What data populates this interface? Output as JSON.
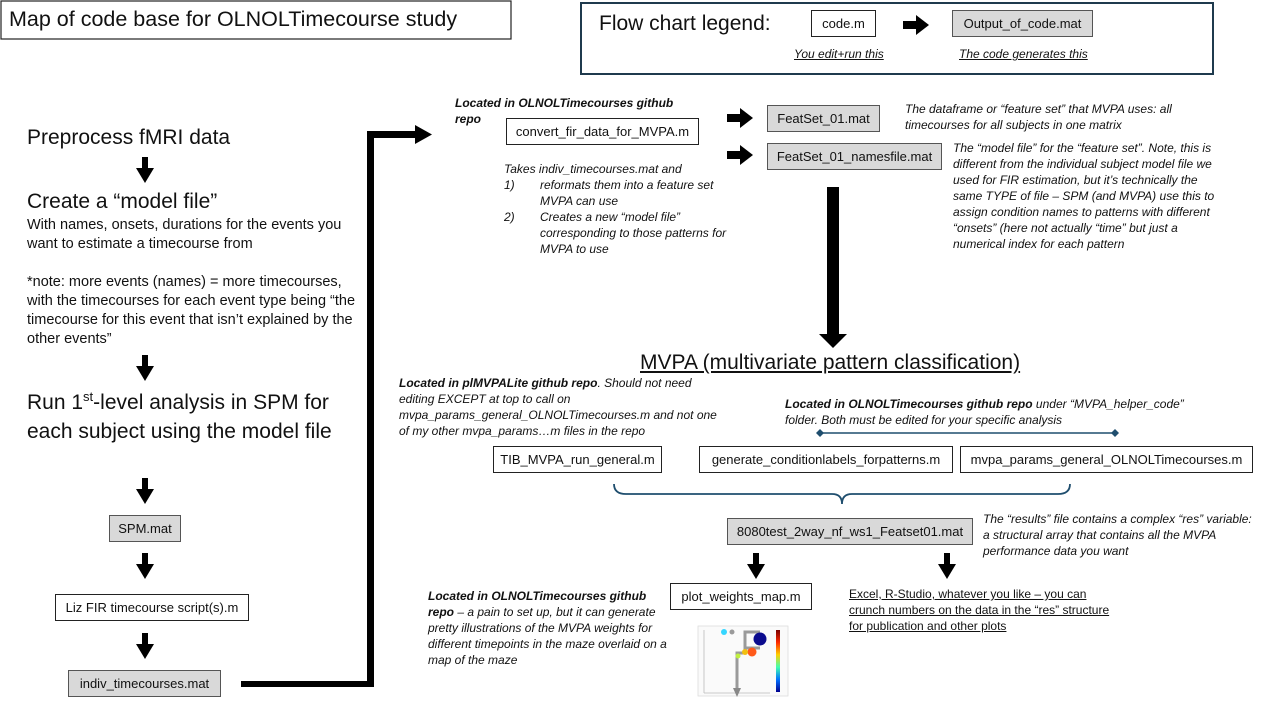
{
  "title": "Map of code base for OLNOLTimecourse study",
  "legend": {
    "heading": "Flow chart legend:",
    "code_box": "code.m",
    "output_box": "Output_of_code.mat",
    "code_caption": "You edit+run this",
    "output_caption": "The code generates this"
  },
  "left_column": {
    "preprocess": "Preprocess fMRI data",
    "model_file_heading": "Create a “model file”",
    "model_file_desc": "With names, onsets, durations for the events you want to estimate a timecourse from",
    "model_file_note": "*note: more events (names) = more timecourses, with the timecourses for each event type being “the timecourse for this event that isn’t explained by the other events”",
    "run_prefix": "Run 1",
    "run_sup": "st",
    "run_suffix": "-level analysis in SPM for each subject using the model file",
    "spm_box": "SPM.mat",
    "fir_box": "Liz FIR timecourse script(s).m",
    "indiv_box": "indiv_timecourses.mat"
  },
  "convert": {
    "located_label": "Located in OLNOLTimecourses github repo",
    "box": "convert_fir_data_for_MVPA.m",
    "takes": "Takes indiv_timecourses.mat and",
    "step1_num": "1)",
    "step1": "reformats them into a feature set MVPA can use",
    "step2_num": "2)",
    "step2": "Creates a new “model file” corresponding to those patterns for MVPA to use"
  },
  "featset": {
    "box": "FeatSet_01.mat",
    "desc": "The dataframe or “feature set” that MVPA uses: all timecourses for all subjects in one matrix",
    "names_box": "FeatSet_01_namesfile.mat",
    "names_desc": "The “model file” for the “feature set”. Note, this is different from the individual subject model file we used for FIR estimation, but it’s technically the same TYPE of file – SPM (and MVPA) use this to assign condition names to patterns with different “onsets” (here not actually “time” but just a numerical index for each pattern"
  },
  "mvpa": {
    "heading": "MVPA (multivariate pattern classification)",
    "pl_located_bold": "Located in plMVPALite github repo",
    "pl_located_rest": ". Should not need editing EXCEPT at top to call on mvpa_params_general_OLNOLTimecourses.m and not one of my other mvpa_params…m files in the repo",
    "helper_located_bold": "Located in OLNOLTimecourses github repo",
    "helper_located_rest": " under “MVPA_helper_code” folder. Both must be edited for your specific analysis",
    "run_box": "TIB_MVPA_run_general.m",
    "labels_box": "generate_conditionlabels_forpatterns.m",
    "params_box": "mvpa_params_general_OLNOLTimecourses.m",
    "results_box": "8080test_2way_nf_ws1_Featset01.mat",
    "results_desc": "The “results” file contains a complex “res” variable: a structural array that contains all the MVPA performance data you want"
  },
  "plot": {
    "located_bold": "Located in OLNOLTimecourses github repo",
    "located_rest": " – a pain to set up, but it can generate pretty illustrations of the MVPA weights for different timepoints in the maze overlaid on a map of the maze",
    "box": "plot_weights_map.m",
    "excel_desc": "Excel, R-Studio, whatever you like – you can crunch numbers on the data in the “res” structure for publication and other plots"
  },
  "colors": {
    "box_fill": "#d9d9d9",
    "legend_border": "#1f3a4d",
    "bracket": "#1f4e6e"
  }
}
